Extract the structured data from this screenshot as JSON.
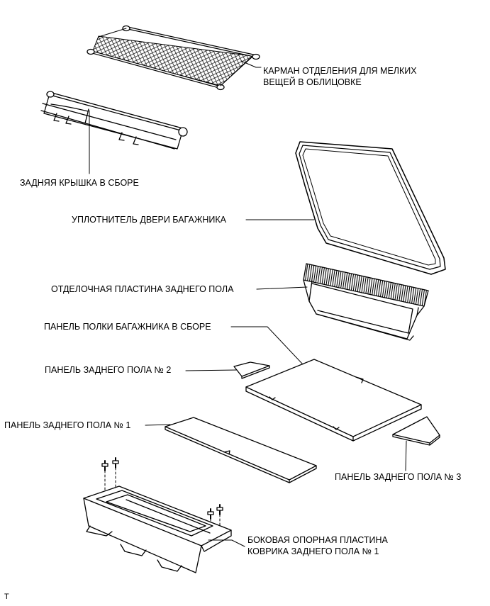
{
  "diagram": {
    "labels": {
      "storage_net": [
        "КАРМАН ОТДЕЛЕНИЯ ДЛЯ МЕЛКИХ",
        "ВЕЩЕЙ В ОБЛИЦОВКЕ"
      ],
      "tonneau_cover": "ЗАДНЯЯ КРЫШКА В СБОРЕ",
      "door_seal": "УПЛОТНИТЕЛЬ ДВЕРИ БАГАЖНИКА",
      "floor_finish_plate": "ОТДЕЛОЧНАЯ ПЛАСТИНА ЗАДНЕГО ПОЛА",
      "deck_board": "ПАНЕЛЬ ПОЛКИ БАГАЖНИКА В СБОРЕ",
      "floor_panel_2": "ПАНЕЛЬ ЗАДНЕГО ПОЛА № 2",
      "floor_panel_1": "ПАНЕЛЬ ЗАДНЕГО ПОЛА № 1",
      "floor_panel_3": "ПАНЕЛЬ ЗАДНЕГО ПОЛА № 3",
      "side_support": [
        "БОКОВАЯ ОПОРНАЯ ПЛАСТИНА",
        "КОВРИКА ЗАДНЕГО ПОЛА № 1"
      ]
    },
    "footer_mark": "T"
  },
  "colors": {
    "line": "#000000",
    "background": "#ffffff",
    "fill": "#ffffff"
  }
}
